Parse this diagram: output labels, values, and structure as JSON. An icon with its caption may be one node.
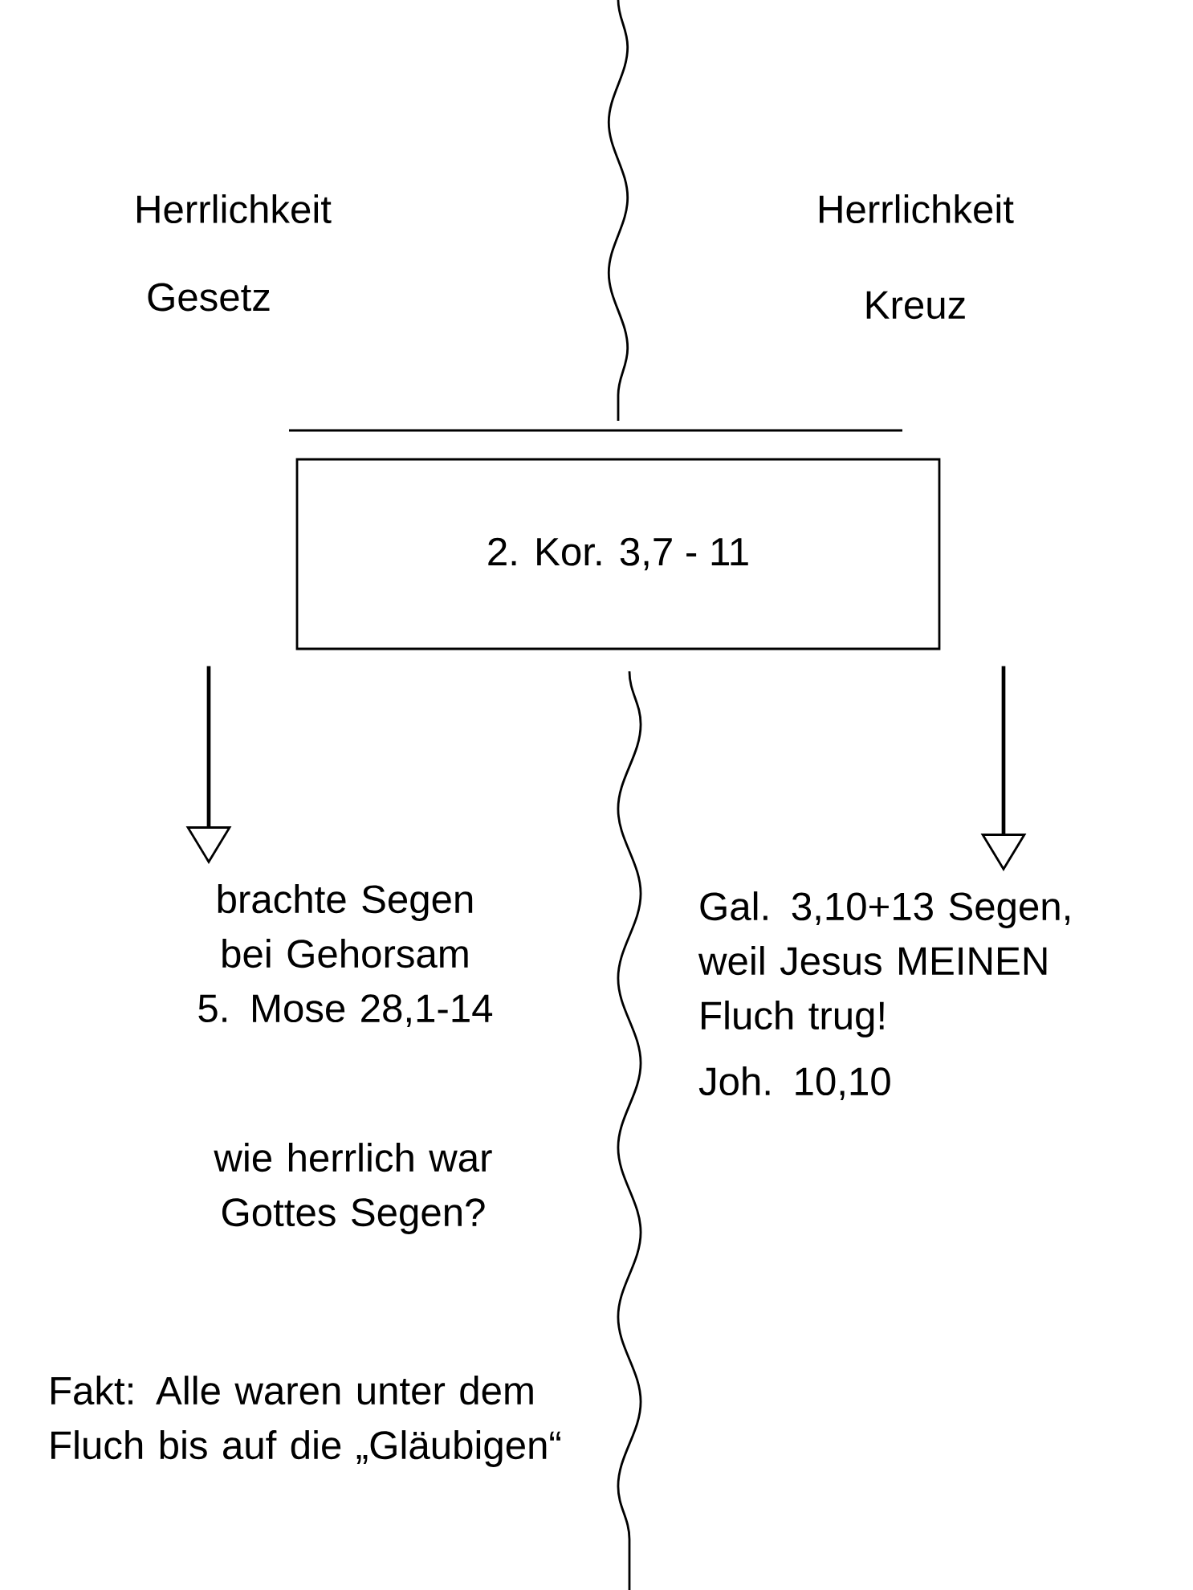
{
  "diagram": {
    "nodes": [
      {
        "text": [
          "2. Kor. 3,7 - 11"
        ]
      },
      {
        "text": [
          "brachte Segen bei Gehorsam 5. Mose 28,1-14"
        ]
      },
      {
        "text": [
          "Gal. 3,10+13 Segen, weil Jesus MEINEN Fluch trug!",
          "Joh. 10,10"
        ]
      }
    ],
    "edges": [
      {
        "from": 0,
        "to": 1,
        "arrow": "to"
      },
      {
        "from": 0,
        "to": 2,
        "arrow": "to"
      }
    ],
    "labels": [
      "Herrlichkeit",
      "Gesetz",
      "Herrlichkeit",
      "Kreuz",
      "wie herrlich war Gottes Segen?",
      "Fakt: Alle waren unter dem Fluch bis auf die „Gläubigen“"
    ]
  }
}
